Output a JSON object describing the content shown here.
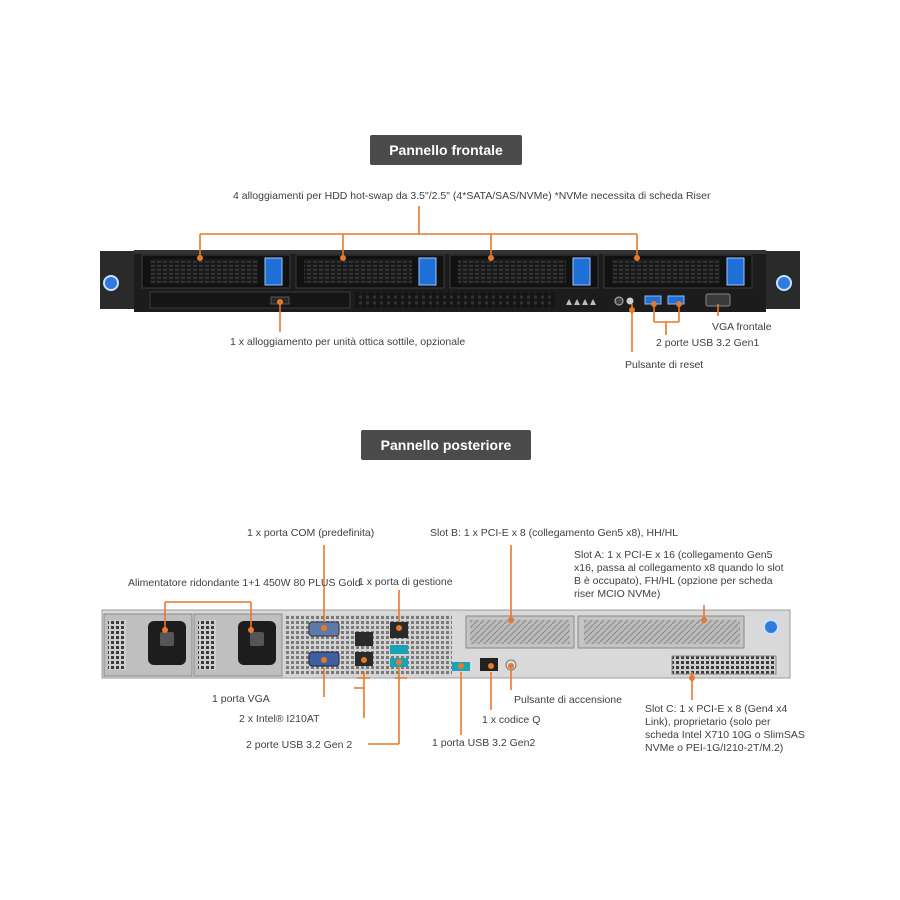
{
  "front": {
    "title": "Pannello frontale",
    "hdd_bays": "4 alloggiamenti per HDD hot-swap da 3.5\"/2.5\" (4*SATA/SAS/NVMe) *NVMe necessita di scheda Riser",
    "optical_bay": "1 x alloggiamento per unità ottica sottile, opzionale",
    "vga": "VGA frontale",
    "usb": "2 porte USB 3.2 Gen1",
    "reset": "Pulsante di reset"
  },
  "rear": {
    "title": "Pannello posteriore",
    "com": "1 x porta COM (predefinita)",
    "psu": "Alimentatore ridondante 1+1 450W 80 PLUS Gold",
    "mgmt": "1 x porta di gestione",
    "slot_b": "Slot B: 1 x PCI-E x 8 (collegamento Gen5 x8), HH/HL",
    "slot_a": "Slot A: 1 x PCI-E x 16 (collegamento Gen5 x16, passa al collegamento x8 quando lo slot B è occupato), FH/HL (opzione per scheda riser MCIO NVMe)",
    "vga": "1 porta VGA",
    "lan": "2 x Intel® I210AT",
    "usb_gen2_pair": "2 porte USB 3.2 Gen 2",
    "usb_gen2": "1 porta USB 3.2 Gen2",
    "qcode": "1 x codice Q",
    "power": "Pulsante di accensione",
    "slot_c": "Slot C: 1 x PCI-E x 8 (Gen4 x4 Link), proprietario (solo per scheda Intel X710 10G o SlimSAS NVMe o PEI-1G/I210-2T/M.2)"
  },
  "colors": {
    "accent": "#e8782a",
    "label_bg": "#4b4b4b",
    "chassis": "#1c1c1c",
    "drive_latch": "#1e6fd6",
    "rear_metal": "#d9d9d9"
  }
}
